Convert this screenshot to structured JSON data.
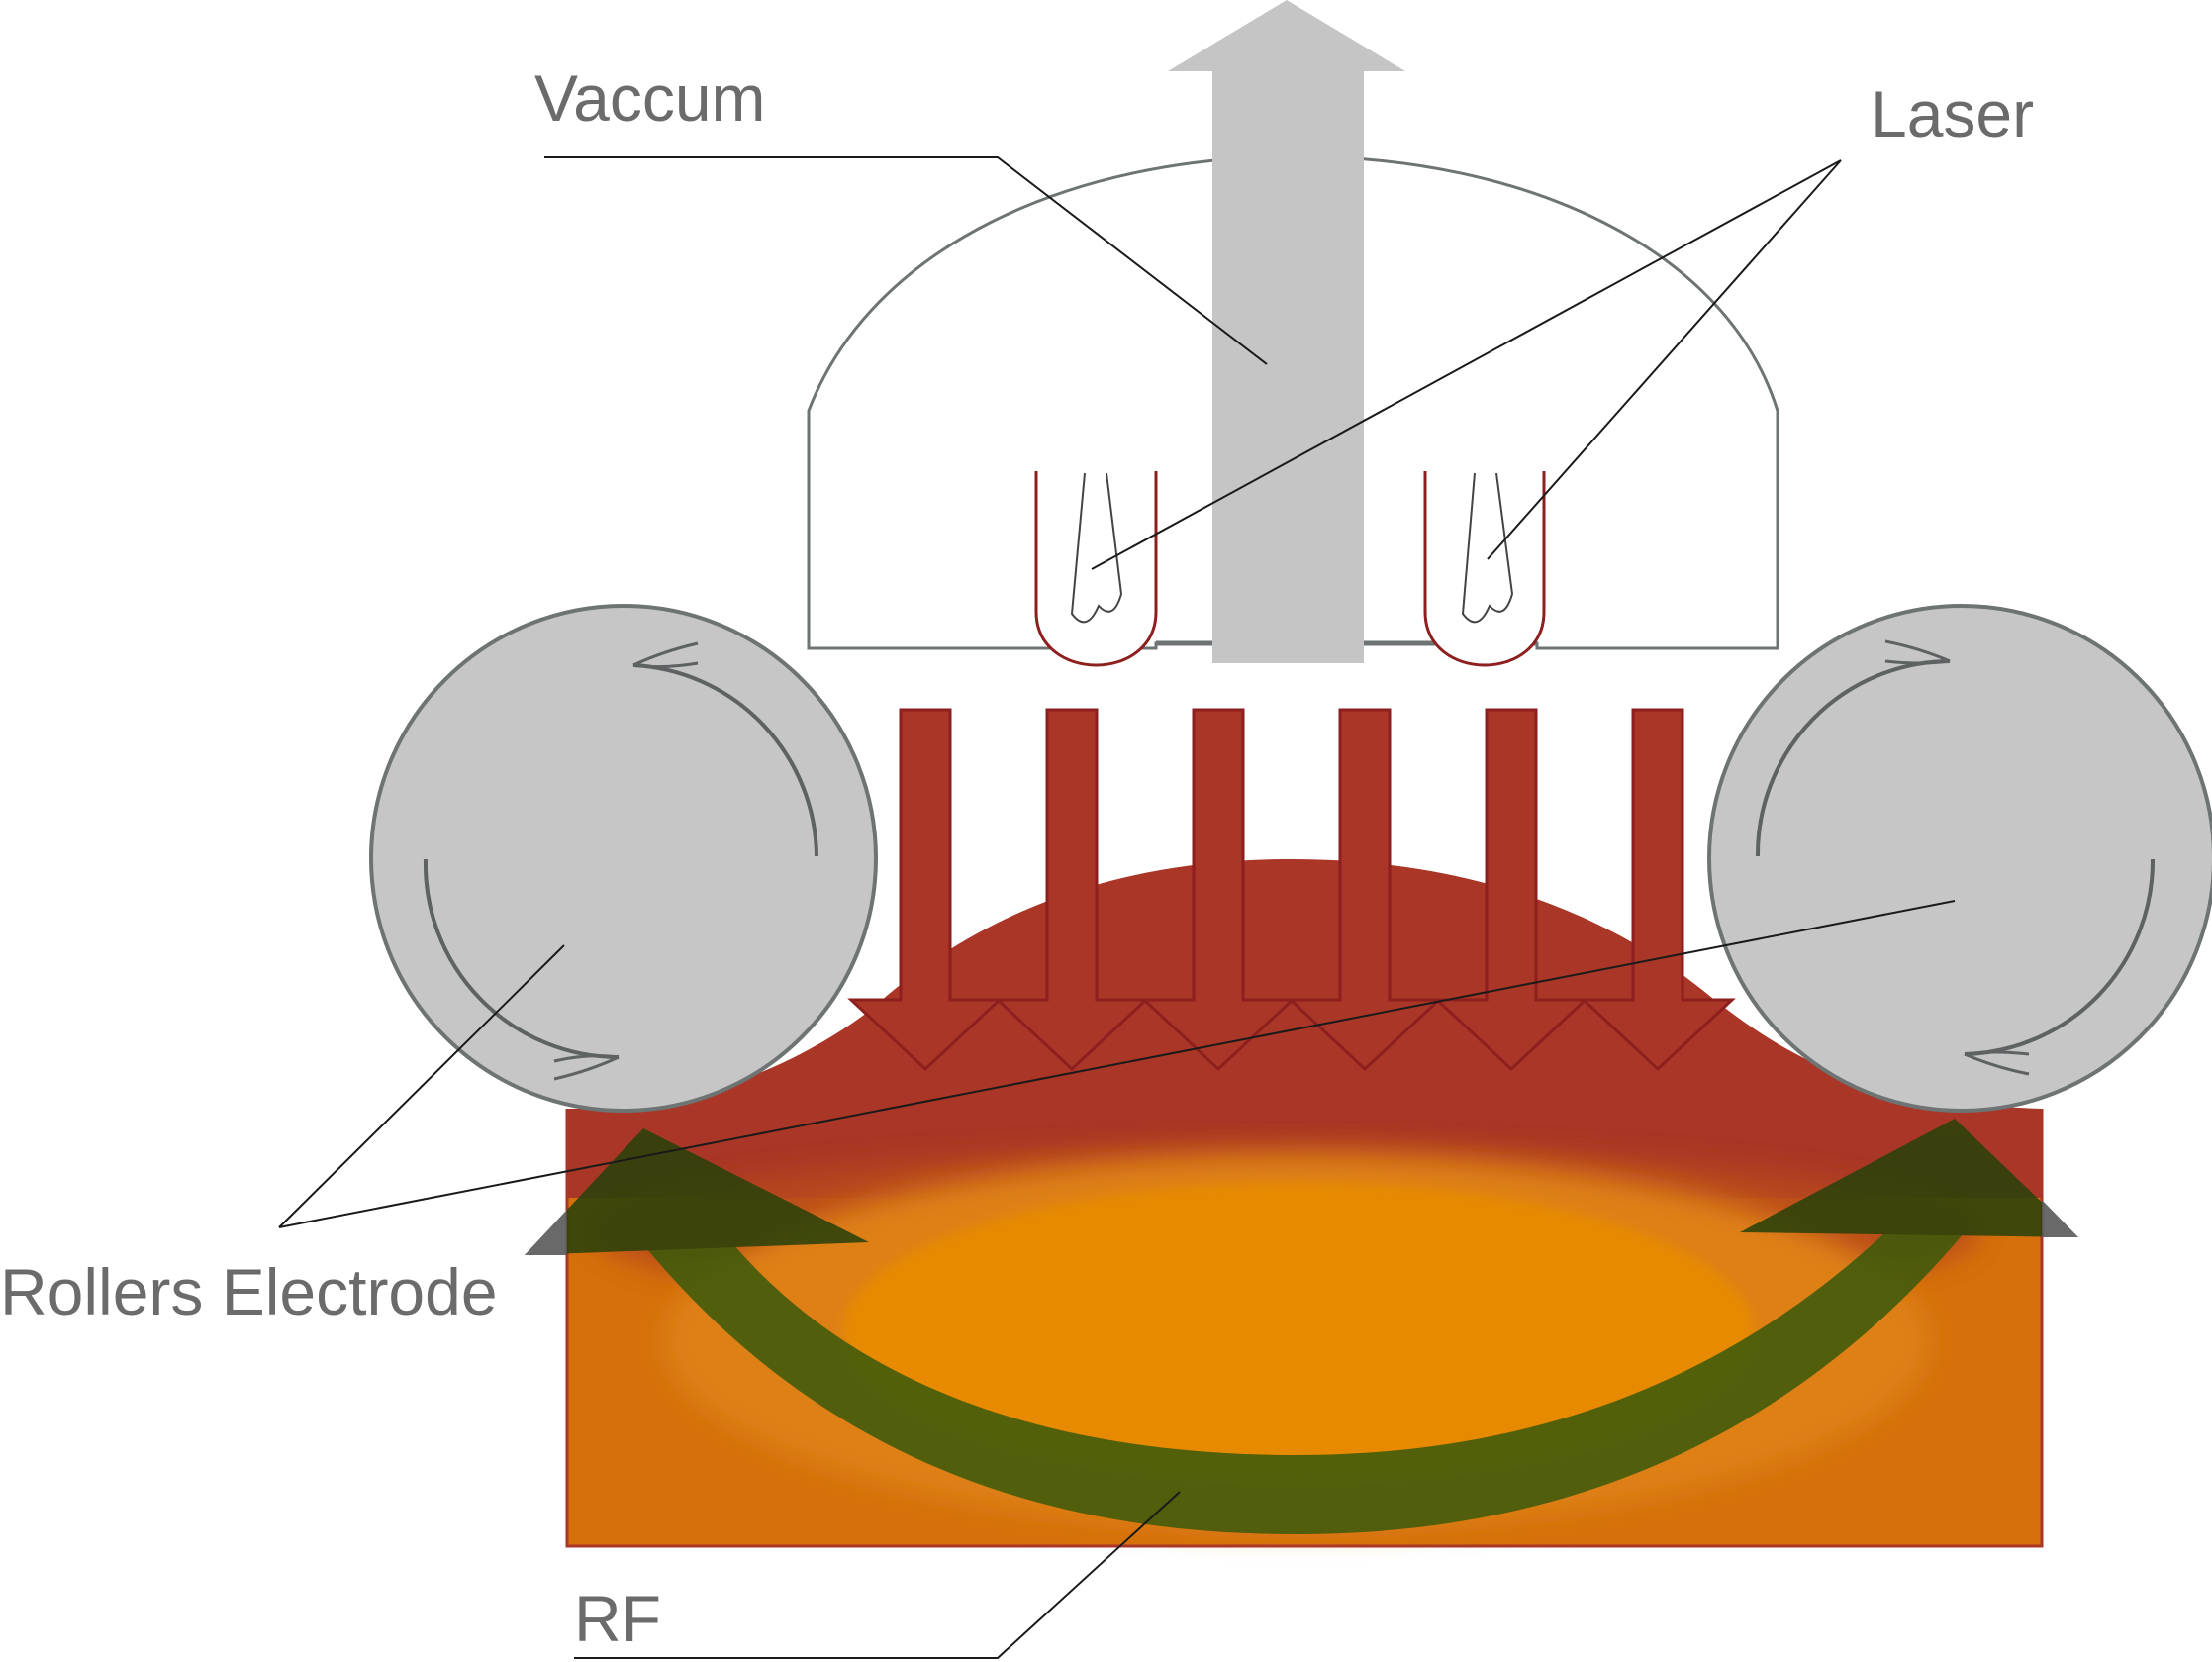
{
  "labels": {
    "vacuum": "Vaccum",
    "laser": "Laser",
    "rollers": "Rollers Electrode",
    "rf": "RF"
  },
  "colors": {
    "tissue_top": "#a93626",
    "tissue_bottom": "#d5700b",
    "hot_zone": "#e78a00",
    "rf_arrow": "#3d5a0b",
    "roller_fill": "#c6c6c6",
    "roller_stroke": "#6e7373",
    "vacuum_arrow": "#c5c5c5",
    "laser_arrow": "#a93626",
    "laser_arrow_stroke": "#8e1f1f",
    "label_text": "#6b6b6b"
  }
}
